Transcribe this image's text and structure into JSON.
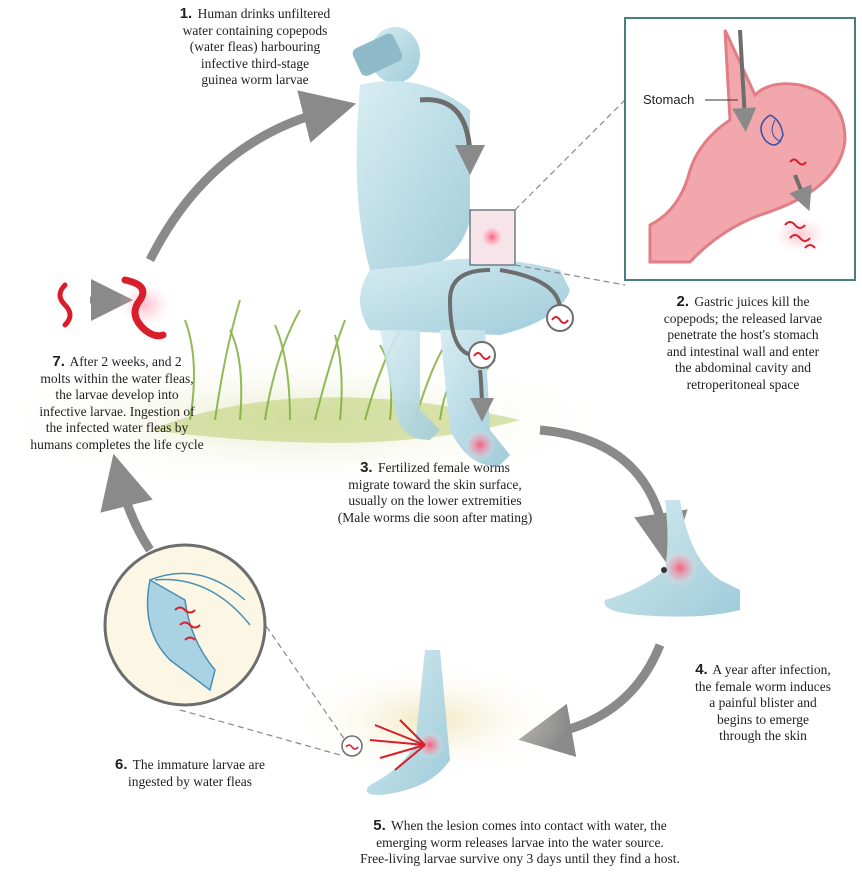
{
  "steps": [
    {
      "num": "1.",
      "text": [
        "Human drinks unfiltered",
        "water containing copepods",
        "(water fleas) harbouring",
        "infective third-stage",
        "guinea worm larvae"
      ]
    },
    {
      "num": "2.",
      "text": [
        "Gastric juices kill the",
        "copepods; the released larvae",
        "penetrate the host's stomach",
        "and intestinal wall and enter",
        "the abdominal cavity and",
        "retroperitoneal space"
      ]
    },
    {
      "num": "3.",
      "text": [
        "Fertilized female worms",
        "migrate toward the skin surface,",
        "usually on the lower extremities",
        "(Male worms die soon after mating)"
      ]
    },
    {
      "num": "4.",
      "text": [
        "A year after infection,",
        "the female worm induces",
        "a painful blister and",
        "begins to emerge",
        "through the skin"
      ]
    },
    {
      "num": "5.",
      "text": [
        "When the lesion comes into contact with water, the",
        "emerging worm releases larvae into the water source.",
        "Free-living larvae survive ony 3 days until they find a host."
      ]
    },
    {
      "num": "6.",
      "text": [
        "The immature larvae are",
        "ingested by water fleas"
      ]
    },
    {
      "num": "7.",
      "text": [
        "After 2 weeks, and 2",
        "molts within the water fleas,",
        "the larvae develop into",
        "infective larvae. Ingestion of",
        "the infected water fleas by",
        "humans completes the life cycle"
      ]
    }
  ],
  "stomach_label": "Stomach",
  "colors": {
    "arrow": "#8a8a8a",
    "worm": "#d81e2a",
    "body": "#b9dbe6",
    "stomach": "#f2a7ad",
    "grass": "#7fae3c"
  }
}
